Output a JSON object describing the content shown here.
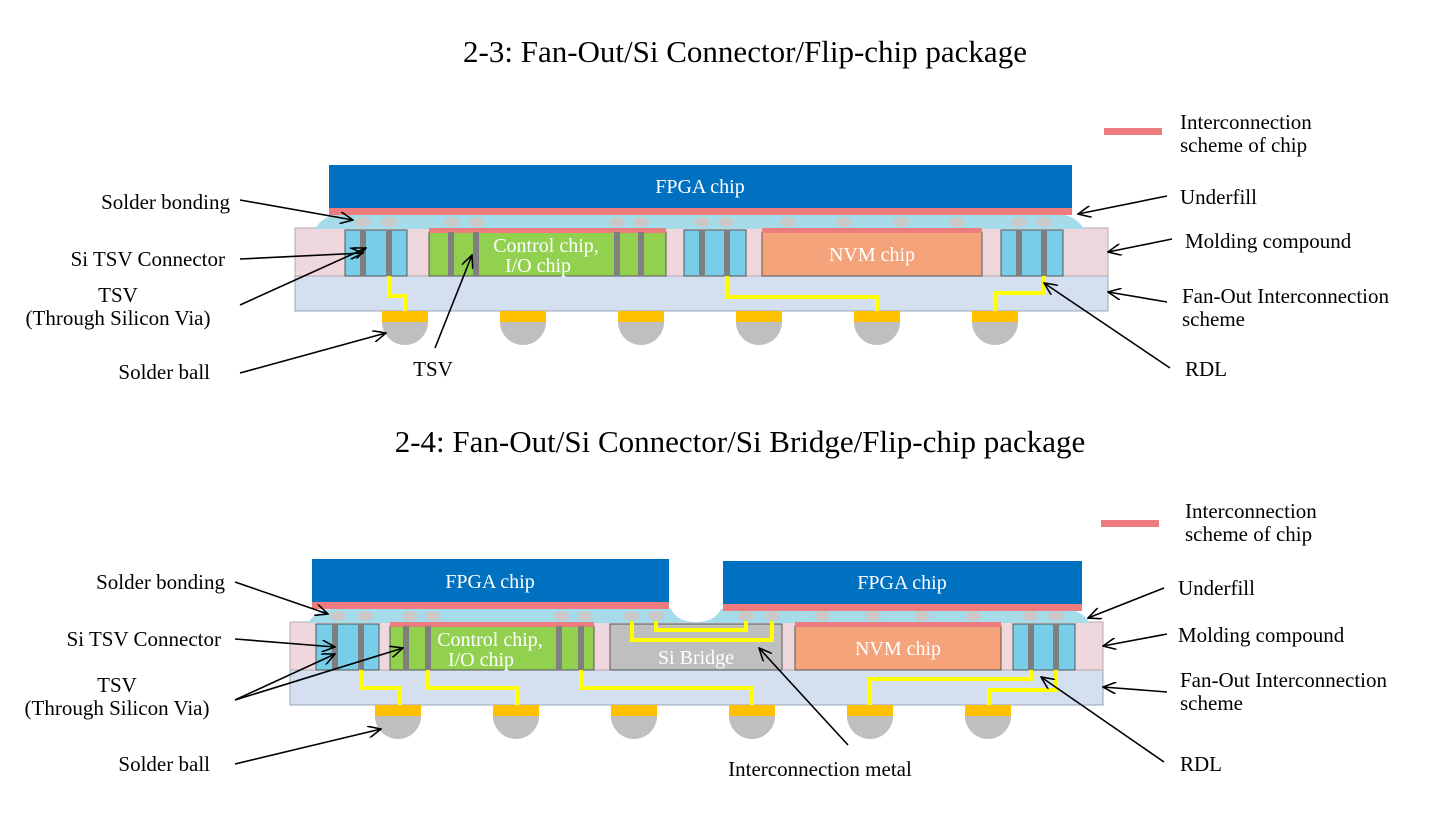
{
  "colors": {
    "fpga": "#0070c0",
    "interconnect": "#ec7c7e",
    "underfill": "#a6dcea",
    "bump": "#c9c9c9",
    "molding": "#efd8dd",
    "substrate": "#d4dff0",
    "tsv_connector": "#78cde8",
    "tsv_via": "#7f7f7f",
    "control_chip": "#92d050",
    "nvm_chip": "#f4a37a",
    "si_bridge": "#bfbfbf",
    "rdl": "#ffff00",
    "solder_pad": "#ffc000",
    "solder_ball": "#bfbfbf"
  },
  "top": {
    "title": "2-3: Fan-Out/Si Connector/Flip-chip package",
    "fpga_label": "FPGA chip",
    "control_label_1": "Control chip,",
    "control_label_2": "I/O chip",
    "nvm_label": "NVM chip",
    "legend_line1": "Interconnection",
    "legend_line2": "scheme of chip",
    "left_labels": {
      "solder_bonding": "Solder bonding",
      "si_tsv_connector": "Si TSV Connector",
      "tsv_line1": "TSV",
      "tsv_line2": "(Through Silicon Via)",
      "solder_ball": "Solder ball"
    },
    "center_tsv": "TSV",
    "right_labels": {
      "underfill": "Underfill",
      "molding": "Molding compound",
      "fanout_line1": "Fan-Out Interconnection",
      "fanout_line2": "scheme",
      "rdl": "RDL"
    }
  },
  "bottom": {
    "title": "2-4: Fan-Out/Si Connector/Si Bridge/Flip-chip package",
    "fpga_left_label": "FPGA chip",
    "fpga_right_label": "FPGA chip",
    "control_label_1": "Control chip,",
    "control_label_2": "I/O chip",
    "si_bridge_label": "Si Bridge",
    "nvm_label": "NVM chip",
    "legend_line1": "Interconnection",
    "legend_line2": "scheme of chip",
    "left_labels": {
      "solder_bonding": "Solder bonding",
      "si_tsv_connector": "Si TSV Connector",
      "tsv_line1": "TSV",
      "tsv_line2": "(Through Silicon Via)",
      "solder_ball": "Solder ball"
    },
    "center_metal": "Interconnection metal",
    "right_labels": {
      "underfill": "Underfill",
      "molding": "Molding compound",
      "fanout_line1": "Fan-Out Interconnection",
      "fanout_line2": "scheme",
      "rdl": "RDL"
    }
  }
}
